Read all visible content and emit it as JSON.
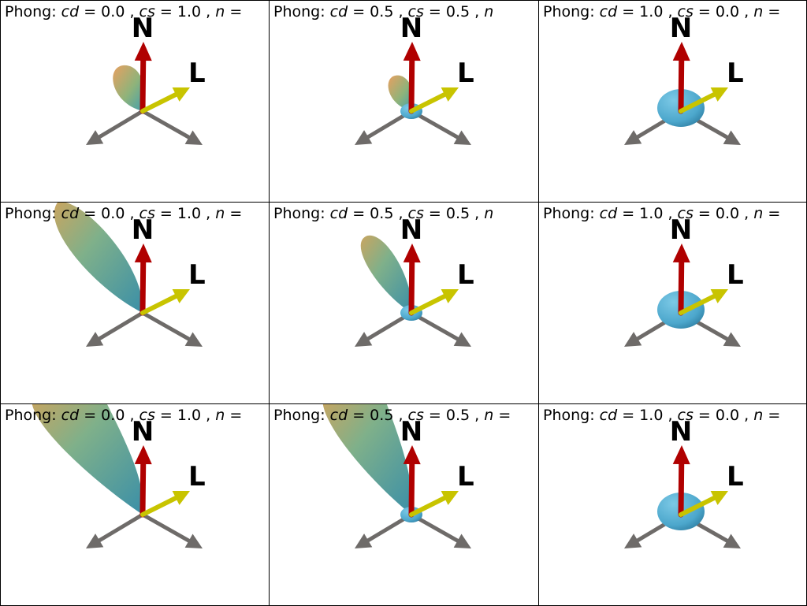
{
  "colors": {
    "normal_arrow": "#b00000",
    "light_arrow": "#c8c400",
    "axis_arrow": "#6e6b69",
    "diffuse_lobe": "#4ca7cc",
    "specular_lobe_warm": "#e8a060",
    "specular_lobe_cool": "#3f9fb0"
  },
  "labels": {
    "normal": "N",
    "light": "L"
  },
  "panels": [
    {
      "model": "Phong:",
      "cd_sym": "cd",
      "cd_val": "= 0.0 ,",
      "cs_sym": "cs",
      "cs_val": "= 1.0 ,",
      "n_sym": "n",
      "n_val": "=",
      "cd": 0.0,
      "cs": 1.0,
      "row": 0
    },
    {
      "model": "Phong:",
      "cd_sym": "cd",
      "cd_val": "= 0.5 ,",
      "cs_sym": "cs",
      "cs_val": "= 0.5 ,",
      "n_sym": "n",
      "n_val": "",
      "cd": 0.5,
      "cs": 0.5,
      "row": 0
    },
    {
      "model": "Phong:",
      "cd_sym": "cd",
      "cd_val": "= 1.0 ,",
      "cs_sym": "cs",
      "cs_val": "= 0.0 ,",
      "n_sym": "n",
      "n_val": "=",
      "cd": 1.0,
      "cs": 0.0,
      "row": 0
    },
    {
      "model": "Phong:",
      "cd_sym": "cd",
      "cd_val": "= 0.0 ,",
      "cs_sym": "cs",
      "cs_val": "= 1.0 ,",
      "n_sym": "n",
      "n_val": "=",
      "cd": 0.0,
      "cs": 1.0,
      "row": 1
    },
    {
      "model": "Phong:",
      "cd_sym": "cd",
      "cd_val": "= 0.5 ,",
      "cs_sym": "cs",
      "cs_val": "= 0.5 ,",
      "n_sym": "n",
      "n_val": "",
      "cd": 0.5,
      "cs": 0.5,
      "row": 1
    },
    {
      "model": "Phong:",
      "cd_sym": "cd",
      "cd_val": "= 1.0 ,",
      "cs_sym": "cs",
      "cs_val": "= 0.0 ,",
      "n_sym": "n",
      "n_val": "=",
      "cd": 1.0,
      "cs": 0.0,
      "row": 1
    },
    {
      "model": "Phong:",
      "cd_sym": "cd",
      "cd_val": "= 0.0 ,",
      "cs_sym": "cs",
      "cs_val": "= 1.0 ,",
      "n_sym": "n",
      "n_val": "=",
      "cd": 0.0,
      "cs": 1.0,
      "row": 2
    },
    {
      "model": "Phong:",
      "cd_sym": "cd",
      "cd_val": "= 0.5 ,",
      "cs_sym": "cs",
      "cs_val": "= 0.5 ,",
      "n_sym": "n",
      "n_val": "=",
      "cd": 0.5,
      "cs": 0.5,
      "row": 2
    },
    {
      "model": "Phong:",
      "cd_sym": "cd",
      "cd_val": "= 1.0 ,",
      "cs_sym": "cs",
      "cs_val": "= 0.0 ,",
      "n_sym": "n",
      "n_val": "=",
      "cd": 1.0,
      "cs": 0.0,
      "row": 2
    }
  ]
}
